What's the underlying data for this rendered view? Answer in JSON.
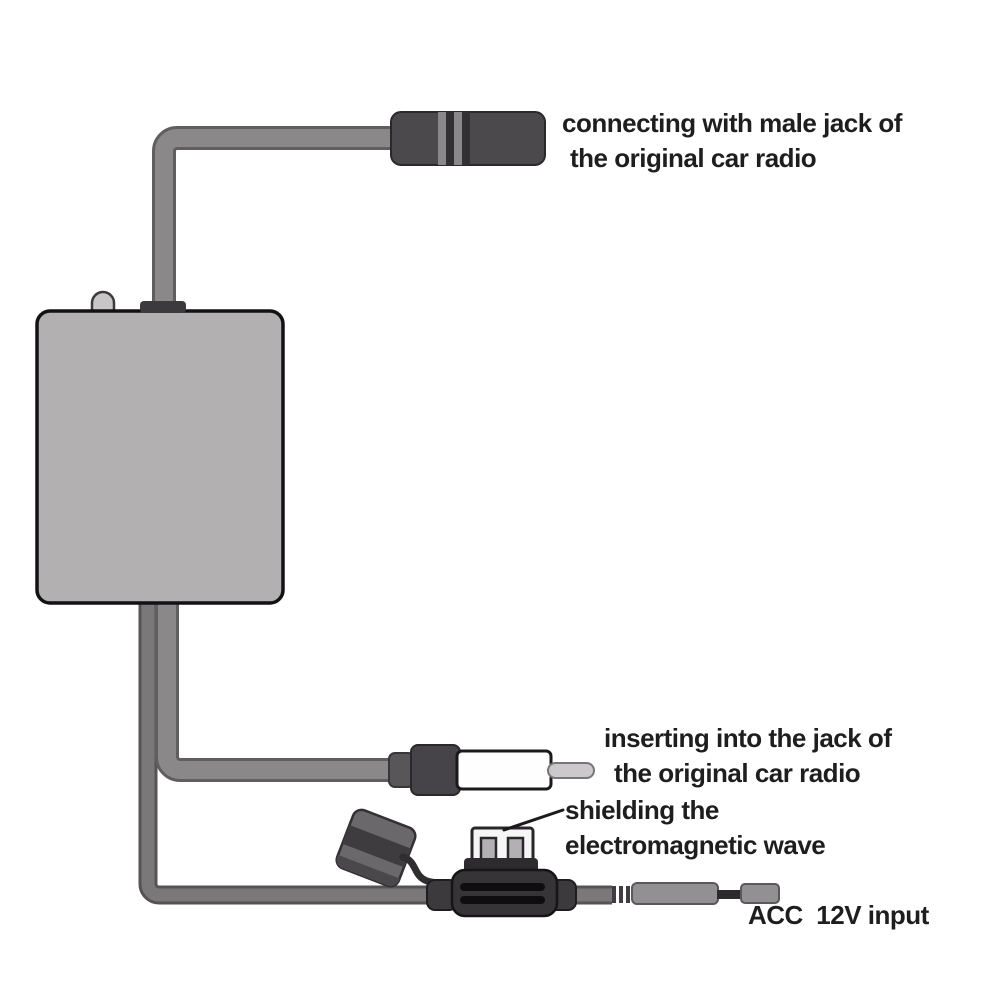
{
  "colors": {
    "background": "#ffffff",
    "text": "#1e1e1e",
    "cable_fill": "#8b888a",
    "cable_outline": "#605e60",
    "power_cable_fill": "#7b7879",
    "power_cable_outline": "#555355",
    "box_fill": "#b3b0b1",
    "box_border": "#131113",
    "nub_fill": "#c8c6c7",
    "collar_fill": "#3c3a3c",
    "connector_fill": "#4c494c",
    "connector_stripe_light": "#8b888c",
    "connector_stripe_dark": "#323033",
    "plug_collar": "#59565a",
    "plug_block": "#474449",
    "plug_barrel": "#fefefe",
    "plug_pin": "#cbc9cb",
    "fuse_cap_fill": "#6b686b",
    "fuse_cap_band": "#3e3c3e",
    "fuse_holder_fill": "#373437",
    "fuse_holder_cap": "#3c3a3c",
    "fuse_holder_ridge": "#0f0d0f",
    "fuse_body": "#f7f6f7",
    "fuse_prong": "#b2b0b2",
    "segment_fill": "#929092",
    "segment_outline": "#5a585a",
    "link_fill": "#2c2a2c",
    "callout_line": "#1b191b"
  },
  "annotations": {
    "top_connector": {
      "line1": "connecting with male jack of",
      "line2": "the original car radio"
    },
    "antenna_plug": {
      "line1": "inserting into the jack of",
      "line2": "the original car radio"
    },
    "fuse": {
      "line1": "shielding the",
      "line2": "electromagnetic wave"
    },
    "power": {
      "label": "ACC  12V input"
    }
  }
}
